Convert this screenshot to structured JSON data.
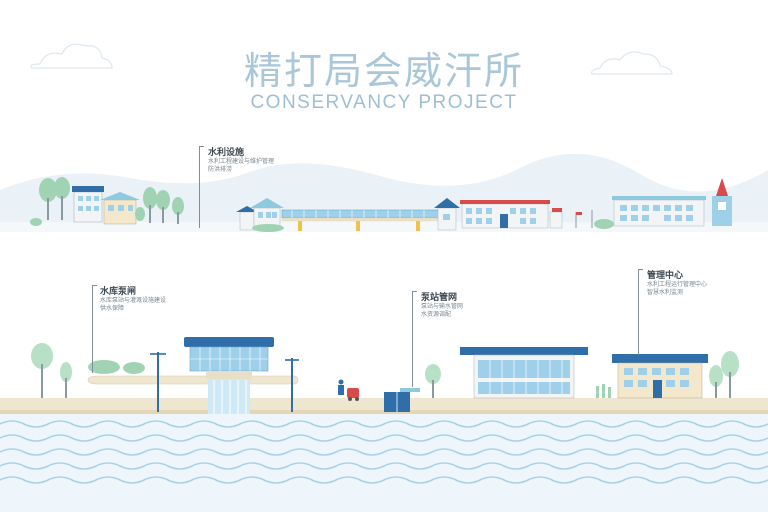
{
  "header": {
    "title_cn": "精打局会威汗所",
    "title_en": "CONSERVANCY PROJECT"
  },
  "callouts": [
    {
      "heading": "水利设施",
      "lines": [
        "水利工程建设与维护管理",
        "防洪排涝"
      ]
    },
    {
      "heading": "水库泵闸",
      "lines": [
        "水库泵站与灌溉设施建设",
        "供水保障"
      ]
    },
    {
      "heading": "泵站管网",
      "lines": [
        "泵站与输水管网",
        "水资源调配"
      ]
    },
    {
      "heading": "管理中心",
      "lines": [
        "水利工程运行管理中心",
        "智慧水利监测"
      ]
    }
  ],
  "colors": {
    "accent_blue": "#2f6ea8",
    "glass_blue": "#9fd0ea",
    "water_blue": "#9cc9e6",
    "tree_green": "#9fd3b4",
    "wall_cream": "#f3e8cc",
    "ground": "#e9dfc6"
  }
}
